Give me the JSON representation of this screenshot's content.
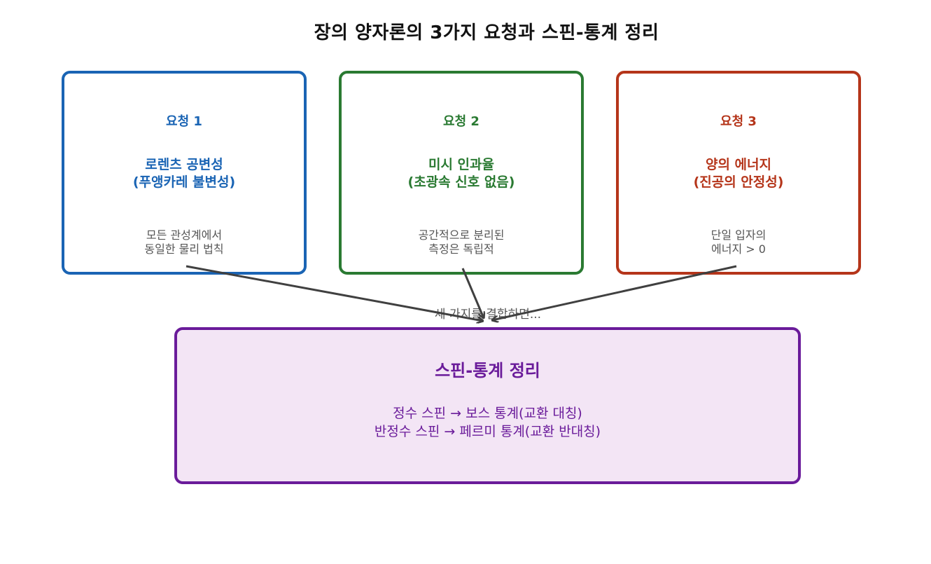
{
  "title": "장의 양자론의 3가지 요청과 스핀-통계 정리",
  "postulates": [
    {
      "label": "요청 1",
      "name": [
        "로렌츠 공변성",
        "(푸앵카레 불변성)"
      ],
      "desc": [
        "모든 관성계에서",
        "동일한 물리 법칙"
      ],
      "color": "#1a64b4"
    },
    {
      "label": "요청 2",
      "name": [
        "미시 인과율",
        "(초광속 신호 없음)"
      ],
      "desc": [
        "공간적으로 분리된",
        "측정은 독립적"
      ],
      "color": "#2a7a32"
    },
    {
      "label": "요청 3",
      "name": [
        "양의 에너지",
        "(진공의 안정성)"
      ],
      "desc": [
        "단일 입자의",
        "에너지 > 0"
      ],
      "color": "#b5351a"
    }
  ],
  "combine_text": "세 가지를 결합하면...",
  "result": {
    "title": "스핀-통계 정리",
    "lines": [
      "정수 스핀 → 보스 통계(교환 대칭)",
      "반정수 스핀 → 페르미 통계(교환 반대칭)"
    ],
    "color": "#6a1b9a",
    "background": "#f3e5f5"
  },
  "arrow_color": "#404040"
}
